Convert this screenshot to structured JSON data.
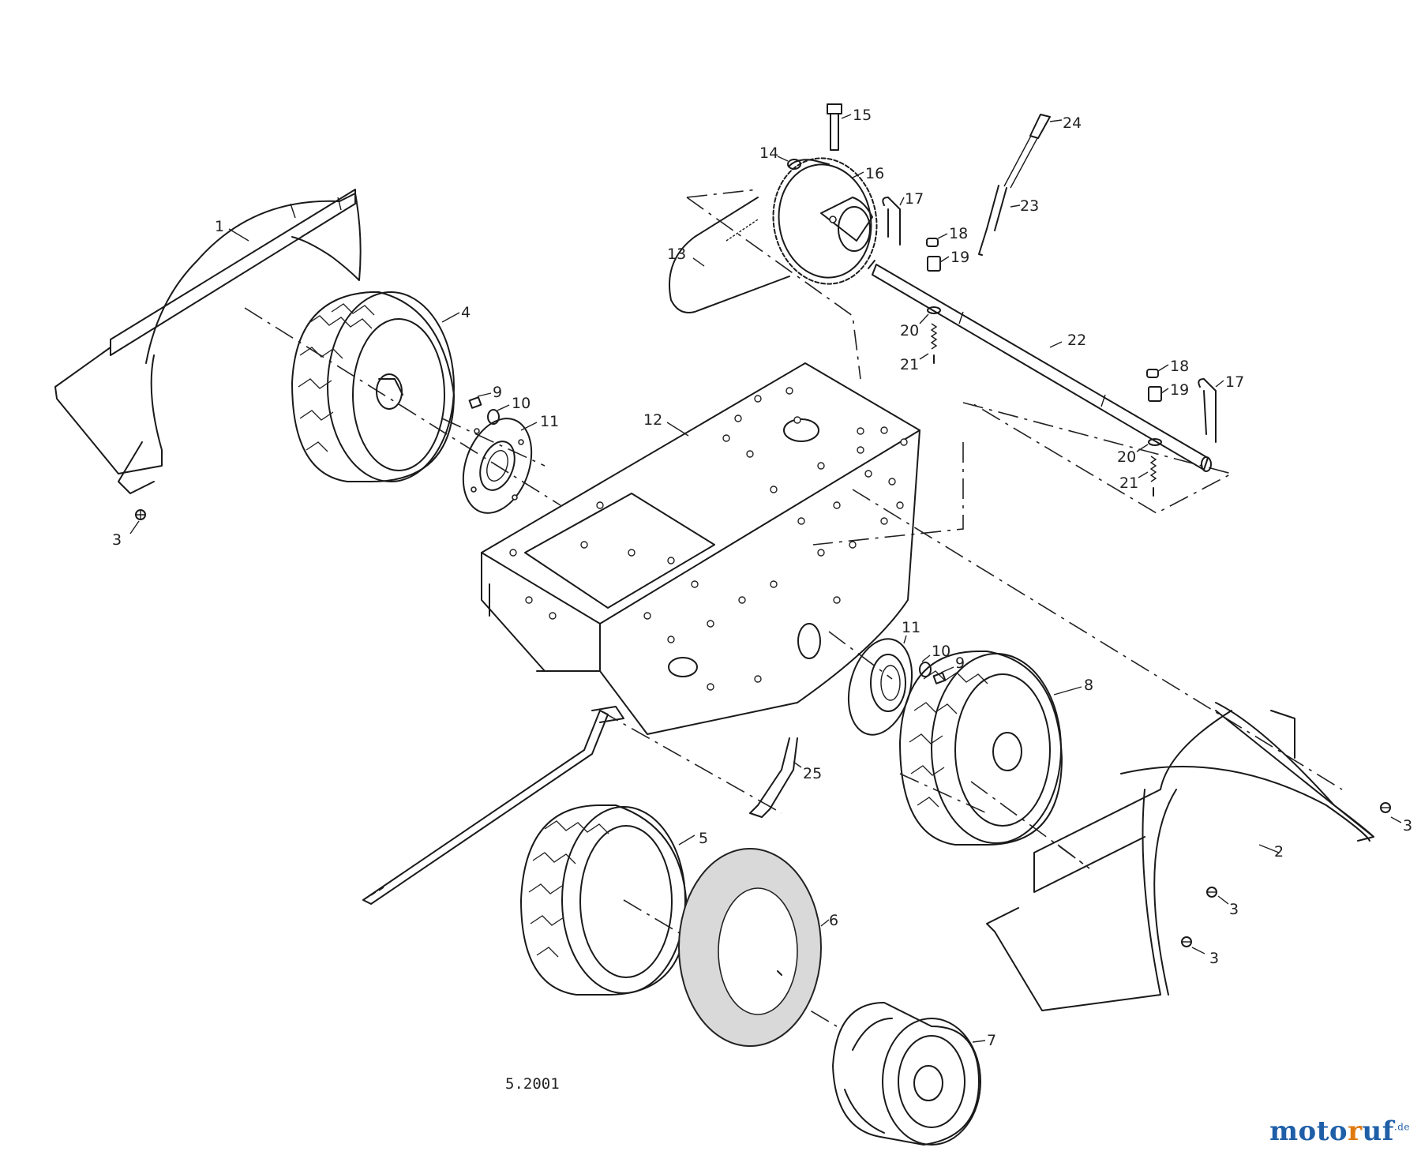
{
  "diagram": {
    "callouts": [
      "1",
      "2",
      "3",
      "3",
      "3",
      "3",
      "4",
      "5",
      "6",
      "7",
      "8",
      "9",
      "9",
      "10",
      "10",
      "11",
      "11",
      "12",
      "13",
      "14",
      "15",
      "16",
      "17",
      "17",
      "18",
      "18",
      "19",
      "19",
      "20",
      "20",
      "21",
      "21",
      "22",
      "23",
      "24",
      "25"
    ]
  },
  "footer": {
    "date_stamp": "5.2001"
  },
  "logo": {
    "part1": "moto",
    "part2": "r",
    "part3": "uf",
    "tld": ".de"
  }
}
